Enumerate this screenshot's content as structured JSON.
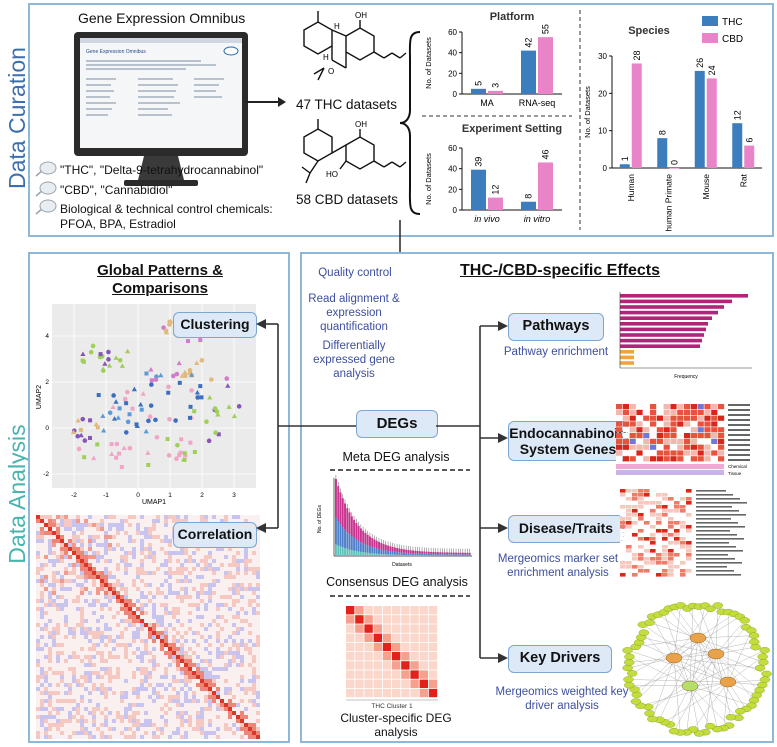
{
  "section_labels": {
    "curation": "Data Curation",
    "analysis": "Data Analysis"
  },
  "colors": {
    "thc": "#3c7ebd",
    "cbd": "#e984c9",
    "panel_border": "#8fb8d8",
    "accent_text": "#3d4f9e",
    "pathway_bar": "#b4237a",
    "pathway_bar_alt": "#f0a53a"
  },
  "curation": {
    "geo_title": "Gene Expression Omnibus",
    "geo_screen_heading": "Gene Expression Omnibus",
    "queries": [
      "\"THC\", \"Delta-9-tetrahydrocannabinol\"",
      "\"CBD\", \"Cannabidiol\"",
      "Biological & technical control chemicals:"
    ],
    "query_extra": "PFOA, BPA, Estradiol",
    "thc_datasets": "47 THC datasets",
    "cbd_datasets": "58 CBD datasets",
    "thc_molecule_labels": [
      "OH",
      "H",
      "H",
      "O"
    ],
    "cbd_molecule_labels": [
      "OH",
      "HO"
    ]
  },
  "chart_data": [
    {
      "type": "bar",
      "title": "Platform",
      "ylabel": "No. of Datasets",
      "categories": [
        "MA",
        "RNA-seq"
      ],
      "series": [
        {
          "name": "THC",
          "values": [
            5,
            42
          ]
        },
        {
          "name": "CBD",
          "values": [
            3,
            55
          ]
        }
      ],
      "ylim": [
        0,
        60
      ],
      "yticks": [
        "0",
        "20",
        "40",
        "60"
      ]
    },
    {
      "type": "bar",
      "title": "Experiment Setting",
      "ylabel": "No. of Datasets",
      "categories": [
        "in vivo",
        "in vitro"
      ],
      "series": [
        {
          "name": "THC",
          "values": [
            39,
            8
          ]
        },
        {
          "name": "CBD",
          "values": [
            12,
            46
          ]
        }
      ],
      "ylim": [
        0,
        60
      ],
      "yticks": [
        "0",
        "20",
        "40",
        "60"
      ]
    },
    {
      "type": "bar",
      "title": "Species",
      "ylabel": "No. of Datasets",
      "categories": [
        "Human",
        "Non-human Primate",
        "Mouse",
        "Rat"
      ],
      "series": [
        {
          "name": "THC",
          "values": [
            1,
            8,
            26,
            12
          ]
        },
        {
          "name": "CBD",
          "values": [
            28,
            0,
            24,
            6
          ]
        }
      ],
      "ylim": [
        0,
        30
      ],
      "yticks": [
        "0",
        "10",
        "20",
        "30"
      ],
      "legend": [
        {
          "name": "THC"
        },
        {
          "name": "CBD"
        }
      ]
    }
  ],
  "analysis": {
    "global_title": "Global Patterns & Comparisons",
    "specific_title": "THC-/CBD-specific Effects",
    "clustering": "Clustering",
    "correlation": "Correlation",
    "umap_xlabel": "UMAP1",
    "umap_ylabel": "UMAP2",
    "umap_xticks": [
      "-2",
      "-1",
      "0",
      "1",
      "2",
      "3"
    ],
    "umap_yticks": [
      "4",
      "2",
      "0",
      "-2"
    ],
    "steps": [
      "Quality control",
      "Read alignment & expression quantification",
      "Differentially expressed gene analysis"
    ],
    "degs": "DEGs",
    "meta_deg": "Meta DEG analysis",
    "consensus_deg": "Consensus DEG analysis",
    "cluster_deg": "Cluster-specific DEG analysis",
    "thc_cluster": "THC Cluster 1",
    "datasets_axis": "Datasets",
    "no_degs_axis": "No. of DEGs",
    "pathways": "Pathways",
    "pathway_enrichment": "Pathway enrichment",
    "frequency_axis": "Frequency",
    "endo": "Endocannabinoid System Genes",
    "endo_footer": [
      "Chemical",
      "Tissue"
    ],
    "disease": "Disease/Traits",
    "mergeomics_marker": "Mergeomics marker set enrichment analysis",
    "key_drivers": "Key Drivers",
    "mergeomics_kda": "Mergeomics weighted key driver analysis"
  }
}
